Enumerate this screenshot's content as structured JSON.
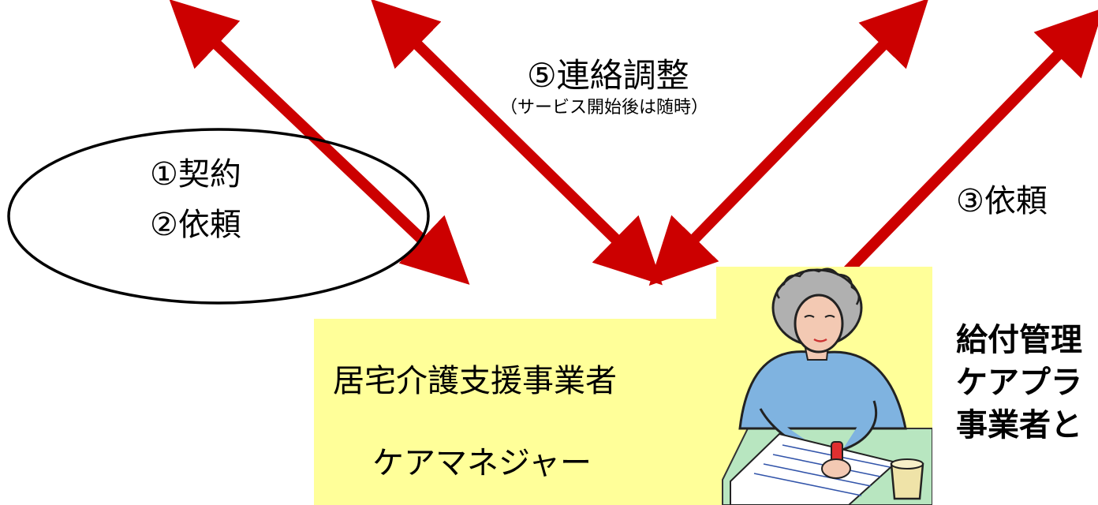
{
  "labels": {
    "renraku": "⑤連絡調整",
    "renraku_sub": "（サービス開始後は随時）",
    "keiyaku": "①契約",
    "irai_2": "②依頼",
    "irai_3": "③依頼",
    "manager_line1": "居宅介護支援事業者",
    "manager_line2": "ケアマネジャー"
  },
  "side_text": {
    "line1": "給付管理",
    "line2": "ケアプラ",
    "line3": "事業者と"
  },
  "colors": {
    "arrow": "#cc0000",
    "box_fill": "#ffff99",
    "ellipse_stroke": "#000000",
    "text": "#000000"
  },
  "clipart": {
    "icon": "woman-writing-clipart-icon"
  }
}
